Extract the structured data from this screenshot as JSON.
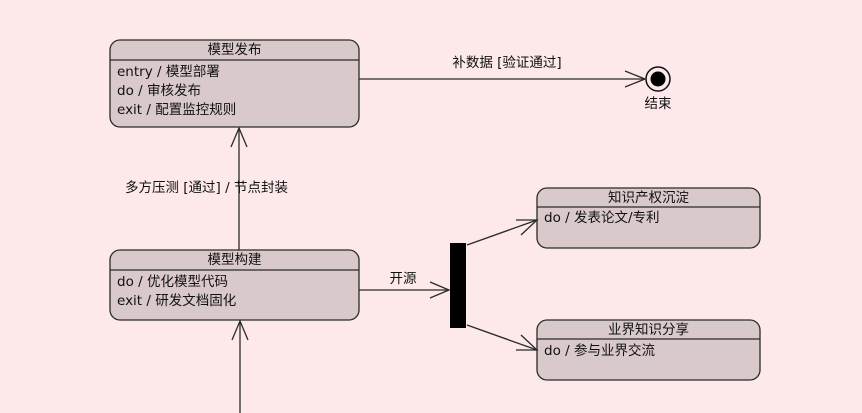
{
  "states": {
    "release": {
      "name": "模型发布",
      "actions": [
        "entry / 模型部署",
        "do / 审核发布",
        "exit / 配置监控规则"
      ]
    },
    "build": {
      "name": "模型构建",
      "actions": [
        "do / 优化模型代码",
        "exit / 研发文档固化"
      ]
    },
    "ip": {
      "name": "知识产权沉淀",
      "actions": [
        "do / 发表论文/专利"
      ]
    },
    "share": {
      "name": "业界知识分享",
      "actions": [
        "do / 参与业界交流"
      ]
    }
  },
  "end_state": {
    "label": "结束"
  },
  "transitions": {
    "release_to_end": "补数据 [验证通过]",
    "build_to_release": "多方压测 [通过] / 节点封装",
    "build_to_fork": "开源"
  }
}
